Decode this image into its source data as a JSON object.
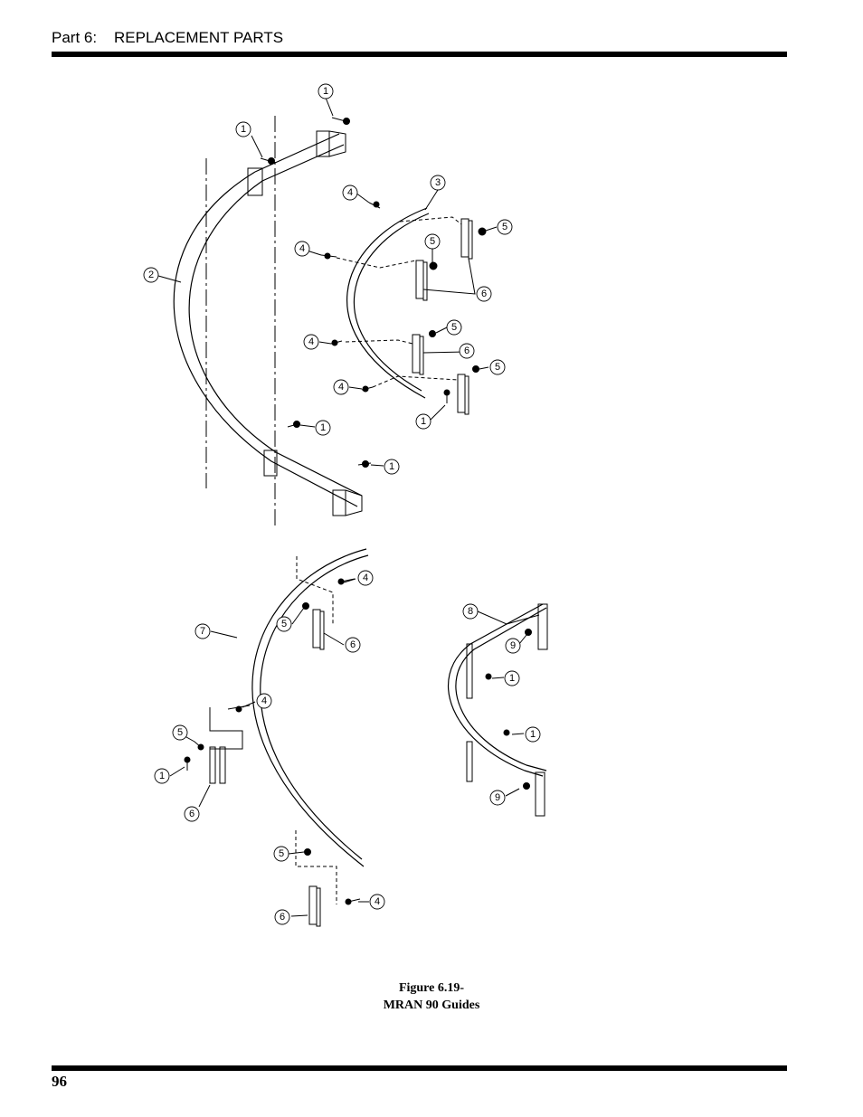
{
  "header": {
    "part": "Part 6:",
    "title": "REPLACEMENT PARTS"
  },
  "figure": {
    "caption_line1": "Figure 6.19-",
    "caption_line2": "MRAN 90   Guides"
  },
  "footer": {
    "page_number": "96"
  },
  "callouts": {
    "c1": "1",
    "c2": "1",
    "c3": "2",
    "c4": "4",
    "c5": "3",
    "c6": "5",
    "c7": "4",
    "c8": "5",
    "c9": "6",
    "c10": "5",
    "c11": "4",
    "c12": "6",
    "c13": "5",
    "c14": "4",
    "c15": "1",
    "c16": "1",
    "c17": "1",
    "c18": "4",
    "c19": "7",
    "c20": "5",
    "c21": "6",
    "c22": "4",
    "c23": "5",
    "c24": "1",
    "c25": "6",
    "c26": "5",
    "c27": "4",
    "c28": "6",
    "c29": "8",
    "c30": "9",
    "c31": "1",
    "c32": "1",
    "c33": "9"
  }
}
